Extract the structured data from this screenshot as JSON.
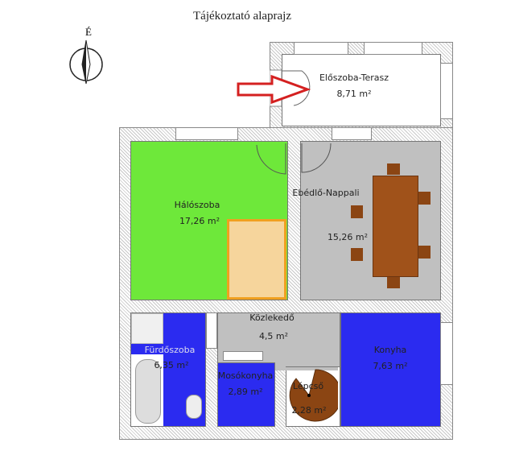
{
  "title": "Tájékoztató alaprajz",
  "compass": {
    "label": "É"
  },
  "rooms": [
    {
      "name": "Előszoba-Terasz",
      "area": "8,71 m²"
    },
    {
      "name": "Hálószoba",
      "area": "17,26 m²"
    },
    {
      "name": "Ebédlő-Nappali",
      "area": "15,26 m²"
    },
    {
      "name": "Közlekedő",
      "area": "4,5 m²"
    },
    {
      "name": "Fürdőszoba",
      "area": "6,35 m²"
    },
    {
      "name": "Mosókonyha",
      "area": "2,89 m²"
    },
    {
      "name": "Lépcső",
      "area": "2,28 m²"
    },
    {
      "name": "Konyha",
      "area": "7,63 m²"
    }
  ],
  "colors": {
    "bedroom": "#6ee83a",
    "living": "#c0c0c0",
    "blue": "#2b2bf0",
    "brown": "#8b4513",
    "arrow": "#d42020"
  }
}
